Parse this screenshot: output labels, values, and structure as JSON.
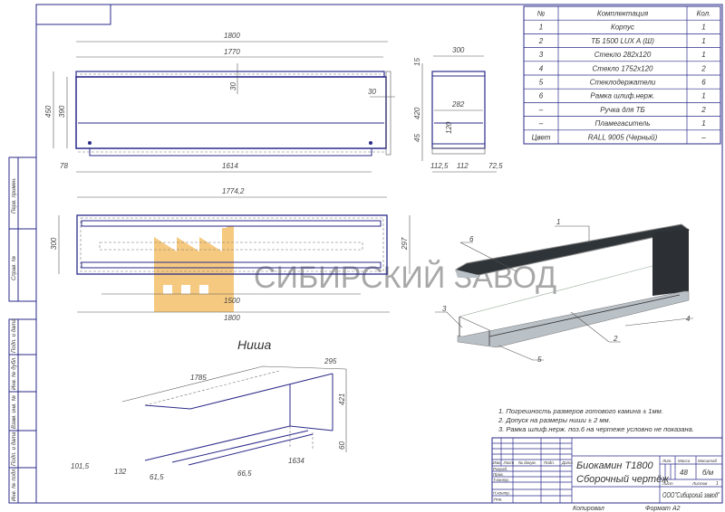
{
  "spec_table": {
    "headers": [
      "№",
      "Комплектация",
      "Кол."
    ],
    "rows": [
      [
        "1",
        "Корпус",
        "1"
      ],
      [
        "2",
        "ТБ 1500 LUX A (Ш)",
        "1"
      ],
      [
        "3",
        "Стекло 282х120",
        "1"
      ],
      [
        "4",
        "Стекло 1752х120",
        "2"
      ],
      [
        "5",
        "Стеклодержатели",
        "6"
      ],
      [
        "6",
        "Рамка шлиф.нерж.",
        "1"
      ],
      [
        "–",
        "Ручка для ТБ",
        "2"
      ],
      [
        "–",
        "Пламегаситель",
        "1"
      ],
      [
        "Цвет",
        "RALL 9005 (Черный)",
        "–"
      ]
    ]
  },
  "front_view": {
    "dims": [
      "1800",
      "1770",
      "30",
      "30",
      "450",
      "390",
      "78",
      "1614"
    ]
  },
  "side_view": {
    "dims": [
      "300",
      "282",
      "15",
      "420",
      "45",
      "120",
      "112,5",
      "112",
      "72,5"
    ]
  },
  "top_view": {
    "dims": [
      "1774,2",
      "300",
      "297",
      "1500",
      "1800"
    ]
  },
  "iso_view": {
    "callouts": [
      "1",
      "6",
      "3",
      "4",
      "2",
      "5"
    ]
  },
  "niche": {
    "title": "Ниша",
    "dims": [
      "1785",
      "295",
      "421",
      "60",
      "1634",
      "66,5",
      "61,5",
      "132",
      "101,5"
    ]
  },
  "watermark": {
    "text": "СИБИРСКИЙ ЗАВОД",
    "logo_color": "#f5c06a"
  },
  "notes": [
    "1. Погрешность размеров готового камина ± 1мм.",
    "2. Допуск на размеры ниши ± 2 мм.",
    "3. Рамка шлиф.нерж. поз.6 на чертеже условно не показана."
  ],
  "title_block": {
    "col_headers": [
      "Изм.",
      "Лист",
      "№ докум.",
      "Подп.",
      "Дата"
    ],
    "roles": [
      "Разраб.",
      "Пров.",
      "Т.контр.",
      "Н.контр.",
      "Утв."
    ],
    "name_line1": "Биокамин Т1800",
    "name_line2": "Сборочный чертёж",
    "lit_label": "Лит.",
    "mass_label": "Масса",
    "scale_label": "Масштаб",
    "mass": "48",
    "scale": "б/м",
    "sheet_label": "Лист",
    "sheets_label": "Листов",
    "sheets": "1",
    "company": "ООО\"Сибирский завод\"",
    "copied": "Копировал",
    "format_label": "Формат",
    "format": "A2"
  },
  "side_strip": [
    "Перв. примен.",
    "Справ. №",
    "Подп. и дата",
    "Инв. № дубл.",
    "Взам. инв. №",
    "Подп. и дата",
    "Инв. № подл."
  ]
}
